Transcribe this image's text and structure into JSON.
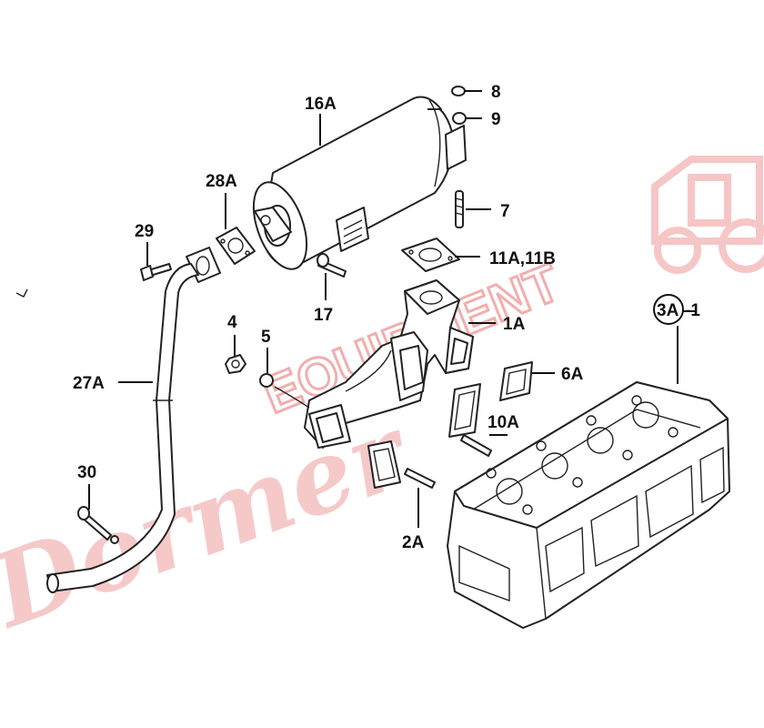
{
  "watermark": {
    "script_text": "Dormer",
    "block_text": "EQUIPMENT",
    "color": "#f4b8b8"
  },
  "callouts": {
    "c16A": "16A",
    "c8": "8",
    "c9": "9",
    "c28A": "28A",
    "c29": "29",
    "c7": "7",
    "c11": "11A,11B",
    "c17": "17",
    "c4": "4",
    "c5": "5",
    "c1A": "1A",
    "c3A": "3A",
    "c3A_suffix": "-1",
    "c27A": "27A",
    "c6A": "6A",
    "c10A": "10A",
    "c30": "30",
    "c2A": "2A"
  }
}
